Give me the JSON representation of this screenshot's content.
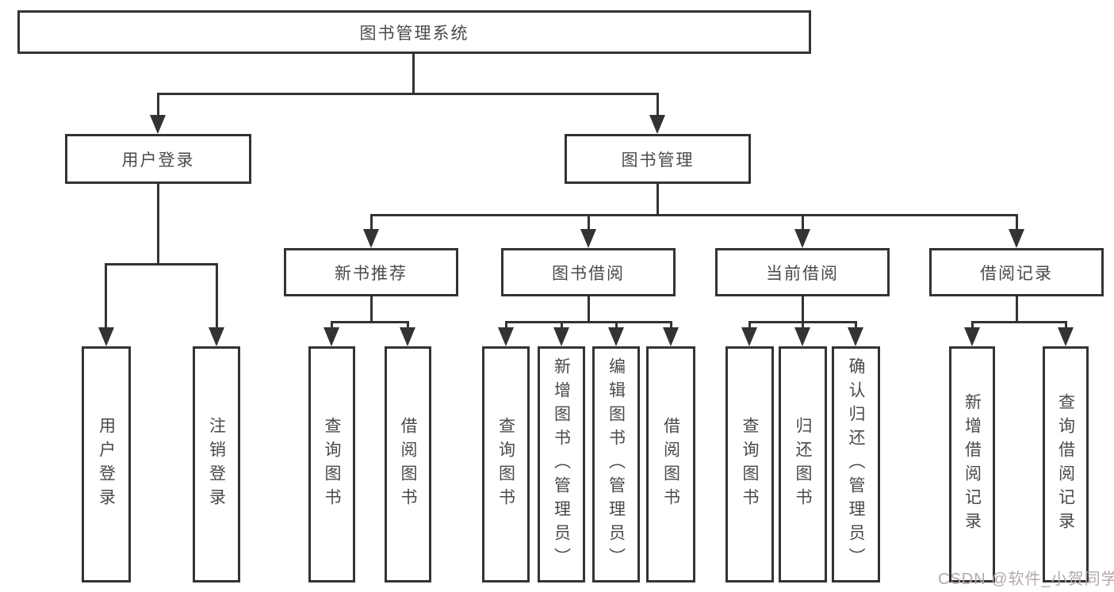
{
  "diagram": {
    "root": {
      "label": "图书管理系统",
      "children": [
        {
          "label": "用户登录",
          "children": [
            {
              "label": "用户登录"
            },
            {
              "label": "注销登录"
            }
          ]
        },
        {
          "label": "图书管理",
          "children": [
            {
              "label": "新书推荐",
              "children": [
                {
                  "label": "查询图书"
                },
                {
                  "label": "借阅图书"
                }
              ]
            },
            {
              "label": "图书借阅",
              "children": [
                {
                  "label": "查询图书"
                },
                {
                  "label": "新增图书（管理员）"
                },
                {
                  "label": "编辑图书（管理员）"
                },
                {
                  "label": "借阅图书"
                }
              ]
            },
            {
              "label": "当前借阅",
              "children": [
                {
                  "label": "查询图书"
                },
                {
                  "label": "归还图书"
                },
                {
                  "label": "确认归还（管理员）"
                }
              ]
            },
            {
              "label": "借阅记录",
              "children": [
                {
                  "label": "新增借阅记录"
                },
                {
                  "label": "查询借阅记录"
                }
              ]
            }
          ]
        }
      ]
    }
  },
  "watermark": {
    "text": "CSDN @软件_小贺同学"
  },
  "colors": {
    "line": "#333333",
    "text": "#4a4a4a",
    "background": "#ffffff",
    "watermark": "#b3a9ab"
  }
}
